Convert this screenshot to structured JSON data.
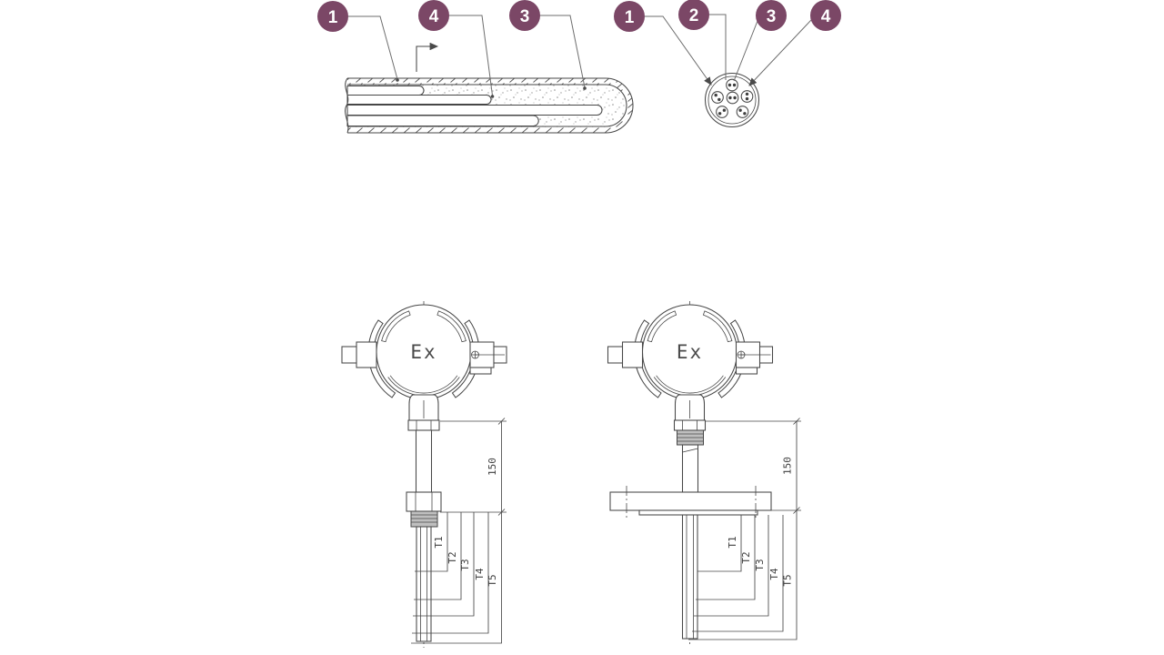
{
  "colors": {
    "callout-bg": "#7b4766",
    "callout-text": "#ffffff",
    "line": "#474747",
    "leader": "#6e6e6e",
    "bg": "#ffffff"
  },
  "figures": {
    "sheath_longitudinal_section": {
      "callouts": [
        "1",
        "4",
        "3"
      ]
    },
    "sheath_cross_section": {
      "callouts": [
        "1",
        "2",
        "3",
        "4"
      ]
    },
    "threaded_assembly": {
      "head_label": "Ex",
      "immersion_length": "150",
      "point_lengths": [
        "T1",
        "T2",
        "T3",
        "T4",
        "T5"
      ]
    },
    "flanged_assembly": {
      "head_label": "Ex",
      "immersion_length": "150",
      "point_lengths": [
        "T1",
        "T2",
        "T3",
        "T4",
        "T5"
      ]
    }
  }
}
